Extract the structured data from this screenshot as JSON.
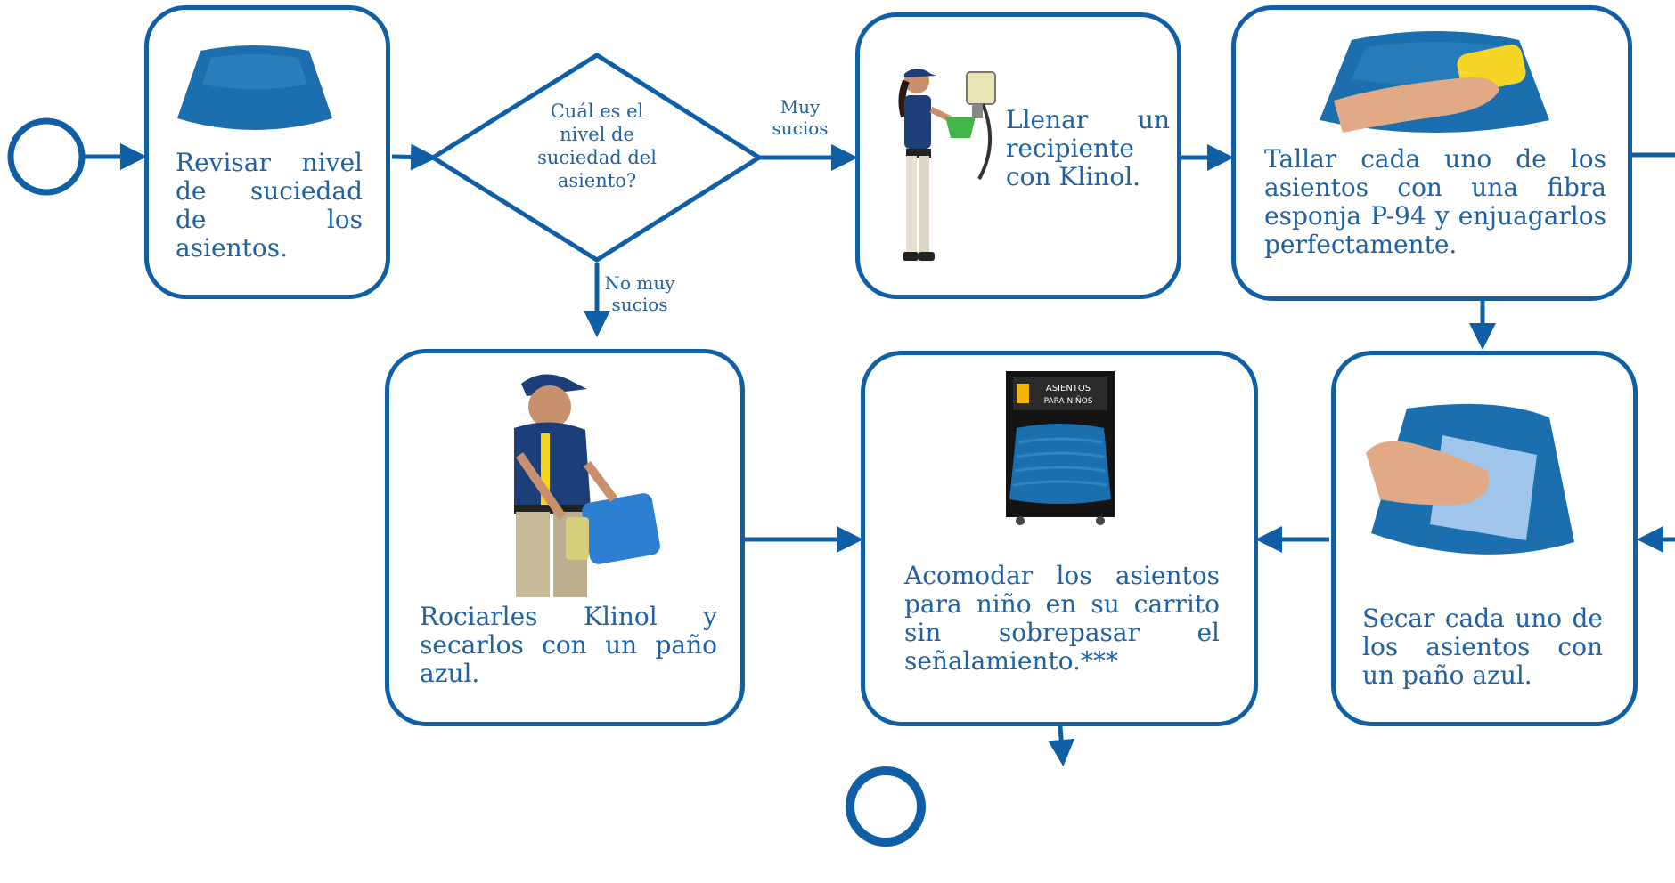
{
  "colors": {
    "stroke": "#0f5fa6",
    "text": "#1f62a4",
    "seat": "#1b6fae",
    "background": "#ffffff"
  },
  "steps": {
    "revisar": "Revisar nivel de suciedad de los asientos.",
    "llenar": "Llenar un recipiente con Klinol.",
    "tallar": "Tallar cada uno de los asientos con una fibra esponja P-94 y enjuagarlos perfectamente.",
    "rociarles": "Rociarles Klinol y secarlos con un paño azul.",
    "acomodar": "Acomodar los asientos para niño en su carrito sin sobrepasar el señalamiento.***",
    "secar": "Secar cada uno de los asientos con un paño azul."
  },
  "decision": {
    "question": "Cuál es el nivel de suciedad del asiento?",
    "branch_yes": "Muy sucios",
    "branch_no": "No muy sucios"
  },
  "sign": {
    "line1": "ASIENTOS",
    "line2": "PARA NIÑOS"
  },
  "icons": [
    "seat-icon",
    "worker-filling-icon",
    "scrubbing-seat-icon",
    "worker-spraying-icon",
    "seat-cart-icon",
    "wiping-seat-icon"
  ]
}
